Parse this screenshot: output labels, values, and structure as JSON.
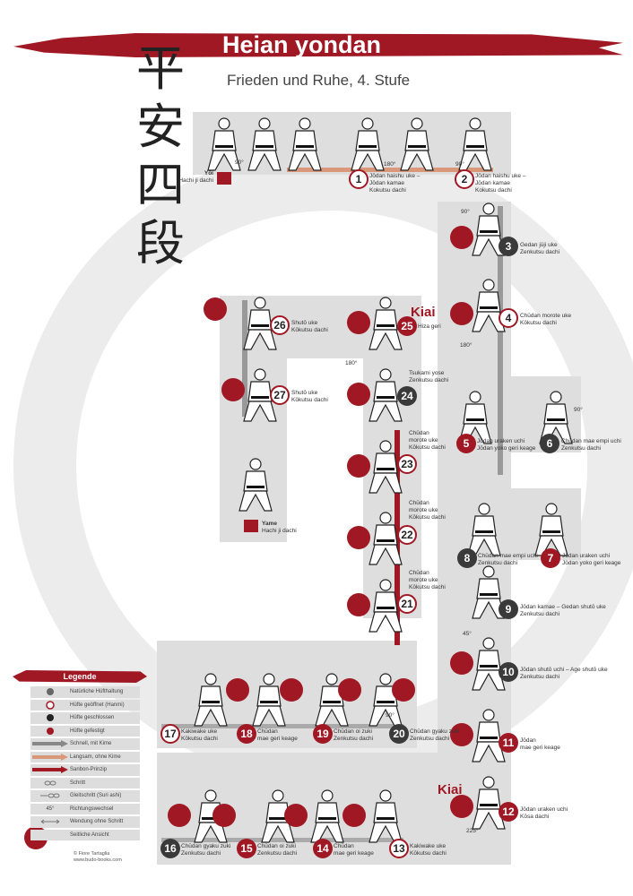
{
  "header": {
    "title": "Heian yondan",
    "subtitle": "Frieden und Ruhe, 4. Stufe",
    "kanji": "平安四段"
  },
  "colors": {
    "accent": "#a01824",
    "dark": "#3a3a3a",
    "path": "#dcdcdc",
    "slow": "#d9987a"
  },
  "start": {
    "name": "Yōi",
    "stance": "Hachi ji dachi"
  },
  "end": {
    "name": "Yame",
    "stance": "Hachi ji dachi"
  },
  "kiai": "Kiai",
  "steps": [
    {
      "n": "1",
      "hip": "white",
      "l1": "Jōdan haishu uke –",
      "l2": "Jōdan kamae",
      "l3": "Kokutsu dachi"
    },
    {
      "n": "2",
      "hip": "white",
      "l1": "Jōdan haishu uke –",
      "l2": "Jōdan kamae",
      "l3": "Kokutsu dachi"
    },
    {
      "n": "3",
      "hip": "dark",
      "l1": "Gedan jūji uke",
      "l2": "Zenkutsu dachi"
    },
    {
      "n": "4",
      "hip": "white",
      "l1": "Chūdan morote uke",
      "l2": "Kōkutsu dachi"
    },
    {
      "n": "5",
      "hip": "red",
      "l1": "Jōdan uraken uchi",
      "l2": "Jōdan yoko geri keage"
    },
    {
      "n": "6",
      "hip": "dark",
      "l1": "Chūdan mae empi uchi",
      "l2": "Zenkutsu dachi"
    },
    {
      "n": "7",
      "hip": "red",
      "l1": "Jōdan uraken uchi",
      "l2": "Jōdan yoko geri keage"
    },
    {
      "n": "8",
      "hip": "dark",
      "l1": "Chūdan mae empi uchi",
      "l2": "Zenkutsu dachi"
    },
    {
      "n": "9",
      "hip": "dark",
      "l1": "Jōdan kamae – Gedan shutō uke",
      "l2": "Zenkutsu dachi"
    },
    {
      "n": "10",
      "hip": "dark",
      "l1": "Jōdan shutō uchi – Age shutō uke",
      "l2": "Zenkutsu dachi"
    },
    {
      "n": "11",
      "hip": "red",
      "l1": "Jōdan",
      "l2": "mae geri keage"
    },
    {
      "n": "12",
      "hip": "red",
      "l1": "Jōdan uraken uchi",
      "l2": "Kōsa dachi"
    },
    {
      "n": "13",
      "hip": "white",
      "l1": "Kakiwake uke",
      "l2": "Kōkutsu dachi"
    },
    {
      "n": "14",
      "hip": "red",
      "l1": "Chūdan",
      "l2": "mae geri keage"
    },
    {
      "n": "15",
      "hip": "red",
      "l1": "Chūdan oi zuki",
      "l2": "Zenkutsu dachi"
    },
    {
      "n": "16",
      "hip": "dark",
      "l1": "Chūdan gyaku zuki",
      "l2": "Zenkutsu dachi"
    },
    {
      "n": "17",
      "hip": "white",
      "l1": "Kakiwake uke",
      "l2": "Kōkutsu dachi"
    },
    {
      "n": "18",
      "hip": "red",
      "l1": "Chūdan",
      "l2": "mae geri keage"
    },
    {
      "n": "19",
      "hip": "red",
      "l1": "Chūdan oi zuki",
      "l2": "Zenkutsu dachi"
    },
    {
      "n": "20",
      "hip": "dark",
      "l1": "Chūdan gyaku zuki",
      "l2": "Zenkutsu dachi"
    },
    {
      "n": "21",
      "hip": "white",
      "l1": "Chūdan",
      "l2": "morote uke",
      "l3": "Kōkutsu dachi"
    },
    {
      "n": "22",
      "hip": "white",
      "l1": "Chūdan",
      "l2": "morote uke",
      "l3": "Kōkutsu dachi"
    },
    {
      "n": "23",
      "hip": "white",
      "l1": "Chūdan",
      "l2": "morote uke",
      "l3": "Kōkutsu dachi"
    },
    {
      "n": "24",
      "hip": "dark",
      "l1": "Tsukami yose",
      "l2": "Zenkutsu dachi"
    },
    {
      "n": "25",
      "hip": "red",
      "l1": "Hiza geri"
    },
    {
      "n": "26",
      "hip": "white",
      "l1": "Shutō uke",
      "l2": "Kōkutsu dachi"
    },
    {
      "n": "27",
      "hip": "white",
      "l1": "Shutō uke",
      "l2": "Kōkutsu dachi"
    }
  ],
  "angles": [
    "90°",
    "180°",
    "90°",
    "90°",
    "180°",
    "90°",
    "45°",
    "90°",
    "180°",
    "225°"
  ],
  "legend": {
    "title": "Legende",
    "items": [
      {
        "icon": "hip-natural-circle",
        "label": "Natürliche Hüfthaltung"
      },
      {
        "icon": "hip-open-circle",
        "label": "Hüfte geöffnet (Hanmi)"
      },
      {
        "icon": "hip-closed-circle",
        "label": "Hüfte geschlossen"
      },
      {
        "icon": "hip-fixed-circle",
        "label": "Hüfte gefestigt"
      },
      {
        "icon": "gray-arrow",
        "label": "Schnell, mit Kime"
      },
      {
        "icon": "orange-arrow",
        "label": "Langsam, ohne Kime"
      },
      {
        "icon": "striped-red-arrow",
        "label": "Sanbon-Prinzip"
      },
      {
        "icon": "step-footprints",
        "label": "Schritt"
      },
      {
        "icon": "slide-footprints",
        "label": "Gleitschritt (Suri ashi)"
      },
      {
        "icon": "direction-change",
        "label": "Richtungswechsel",
        "value": "45°"
      },
      {
        "icon": "turn-no-step",
        "label": "Wendung ohne Schritt"
      },
      {
        "icon": "side-view-figure",
        "label": "Seitliche Ansicht"
      }
    ]
  },
  "credit": {
    "author": "© Fiore Tartaglia",
    "site": "www.budo-books.com"
  }
}
